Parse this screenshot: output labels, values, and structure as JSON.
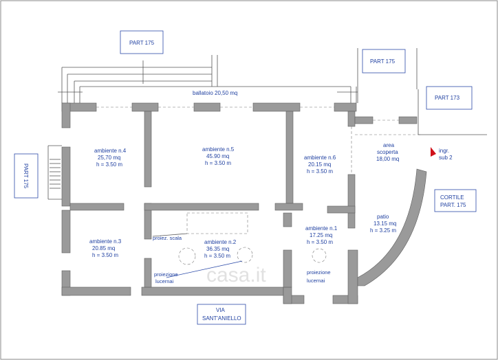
{
  "title": "",
  "labels": {
    "part175_top": "PART 175",
    "part175_right": "PART 175",
    "part173": "PART 173",
    "part175_left": "PART 175",
    "ballatoio": "ballatoio 20,50 mq",
    "amb4": [
      "ambiente n.4",
      "25,70 mq",
      "h = 3.50 m"
    ],
    "amb5": [
      "ambiente n.5",
      "45.90 mq",
      "h = 3.50 m"
    ],
    "amb6": [
      "ambiente n.6",
      "20.15 mq",
      "h = 3.50 m"
    ],
    "area": [
      "area",
      "scoperta",
      "18,00 mq"
    ],
    "ingr": [
      "ingr.",
      "sub 2"
    ],
    "cortile": [
      "CORTILE",
      "PART. 175"
    ],
    "patio": [
      "patio",
      "13.15 mq",
      "h = 3.25 m"
    ],
    "amb3": [
      "ambiente n.3",
      "20.85 mq",
      "h = 3.50 m"
    ],
    "amb2": [
      "ambiente n.2",
      "36.35 mq",
      "h = 3.50 m"
    ],
    "amb1": [
      "ambiente n.1",
      "17.25 mq",
      "h = 3.50 m"
    ],
    "proiez_scala": "proiez. scala",
    "proiezione_lucernai_1": [
      "proiezione",
      "lucernai"
    ],
    "proiezione_lucernai_2": [
      "proiezione",
      "lucernai"
    ],
    "via": [
      "VIA",
      "SANT'ANIELLO"
    ],
    "watermark": "casa.it"
  },
  "colors": {
    "text": "#1e3fa0",
    "wall": "#9a9a9a",
    "arrow": "#d0121b"
  }
}
